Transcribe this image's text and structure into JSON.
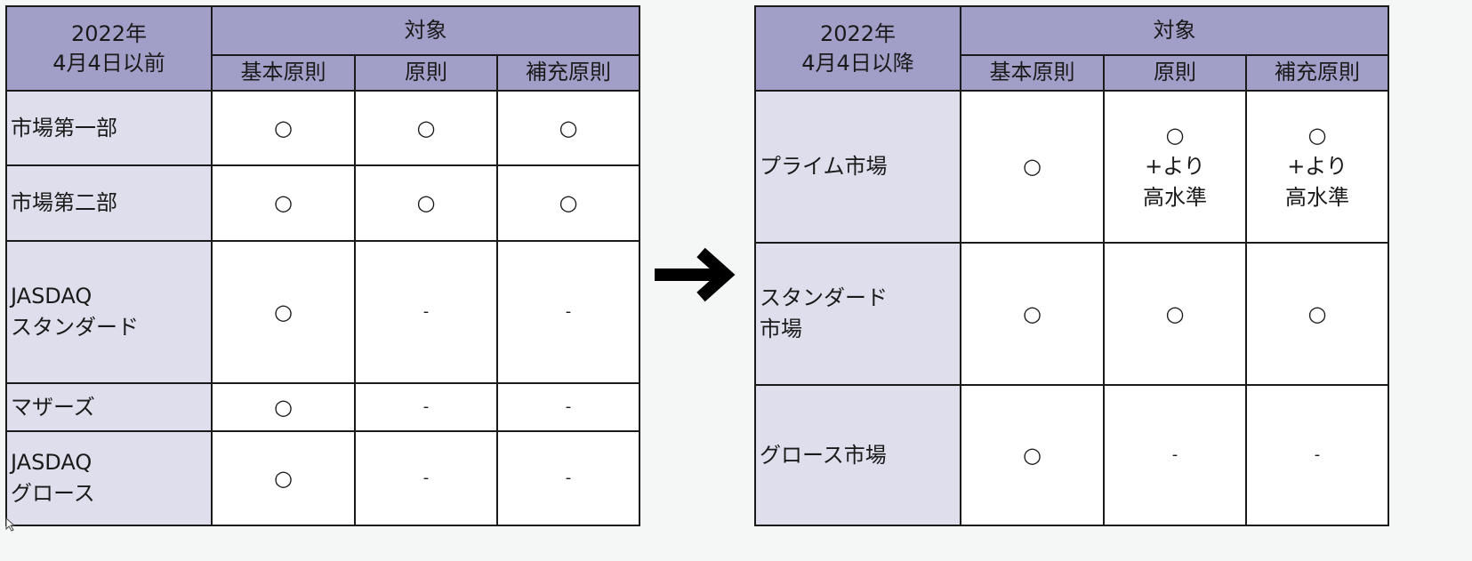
{
  "left_table": {
    "corner_line1": "2022年",
    "corner_line2": "4月4日以前",
    "group_header": "対象",
    "columns": [
      "基本原則",
      "原則",
      "補充原則"
    ],
    "rows": [
      {
        "label": "市場第一部",
        "values": [
          "○",
          "○",
          "○"
        ]
      },
      {
        "label": "市場第二部",
        "values": [
          "○",
          "○",
          "○"
        ]
      },
      {
        "label": "JASDAQ\nスタンダード",
        "values": [
          "○",
          "-",
          "-"
        ]
      },
      {
        "label": "マザーズ",
        "values": [
          "○",
          "-",
          "-"
        ]
      },
      {
        "label": "JASDAQ\nグロース",
        "values": [
          "○",
          "-",
          "-"
        ]
      }
    ]
  },
  "arrow": {
    "icon": "right-arrow-icon"
  },
  "right_table": {
    "corner_line1": "2022年",
    "corner_line2": "4月4日以降",
    "group_header": "対象",
    "columns": [
      "基本原則",
      "原則",
      "補充原則"
    ],
    "rows": [
      {
        "label": "プライム市場",
        "values": [
          "○",
          "○\n+より\n高水準",
          "○\n+より\n高水準"
        ]
      },
      {
        "label": "スタンダード\n市場",
        "values": [
          "○",
          "○",
          "○"
        ]
      },
      {
        "label": "グロース市場",
        "values": [
          "○",
          "-",
          "-"
        ]
      }
    ]
  },
  "colors": {
    "header_bg": "#a19fc8",
    "rowhead_bg": "#dedeec",
    "border": "#1a1a1a",
    "page_bg": "#f5f6f6"
  }
}
